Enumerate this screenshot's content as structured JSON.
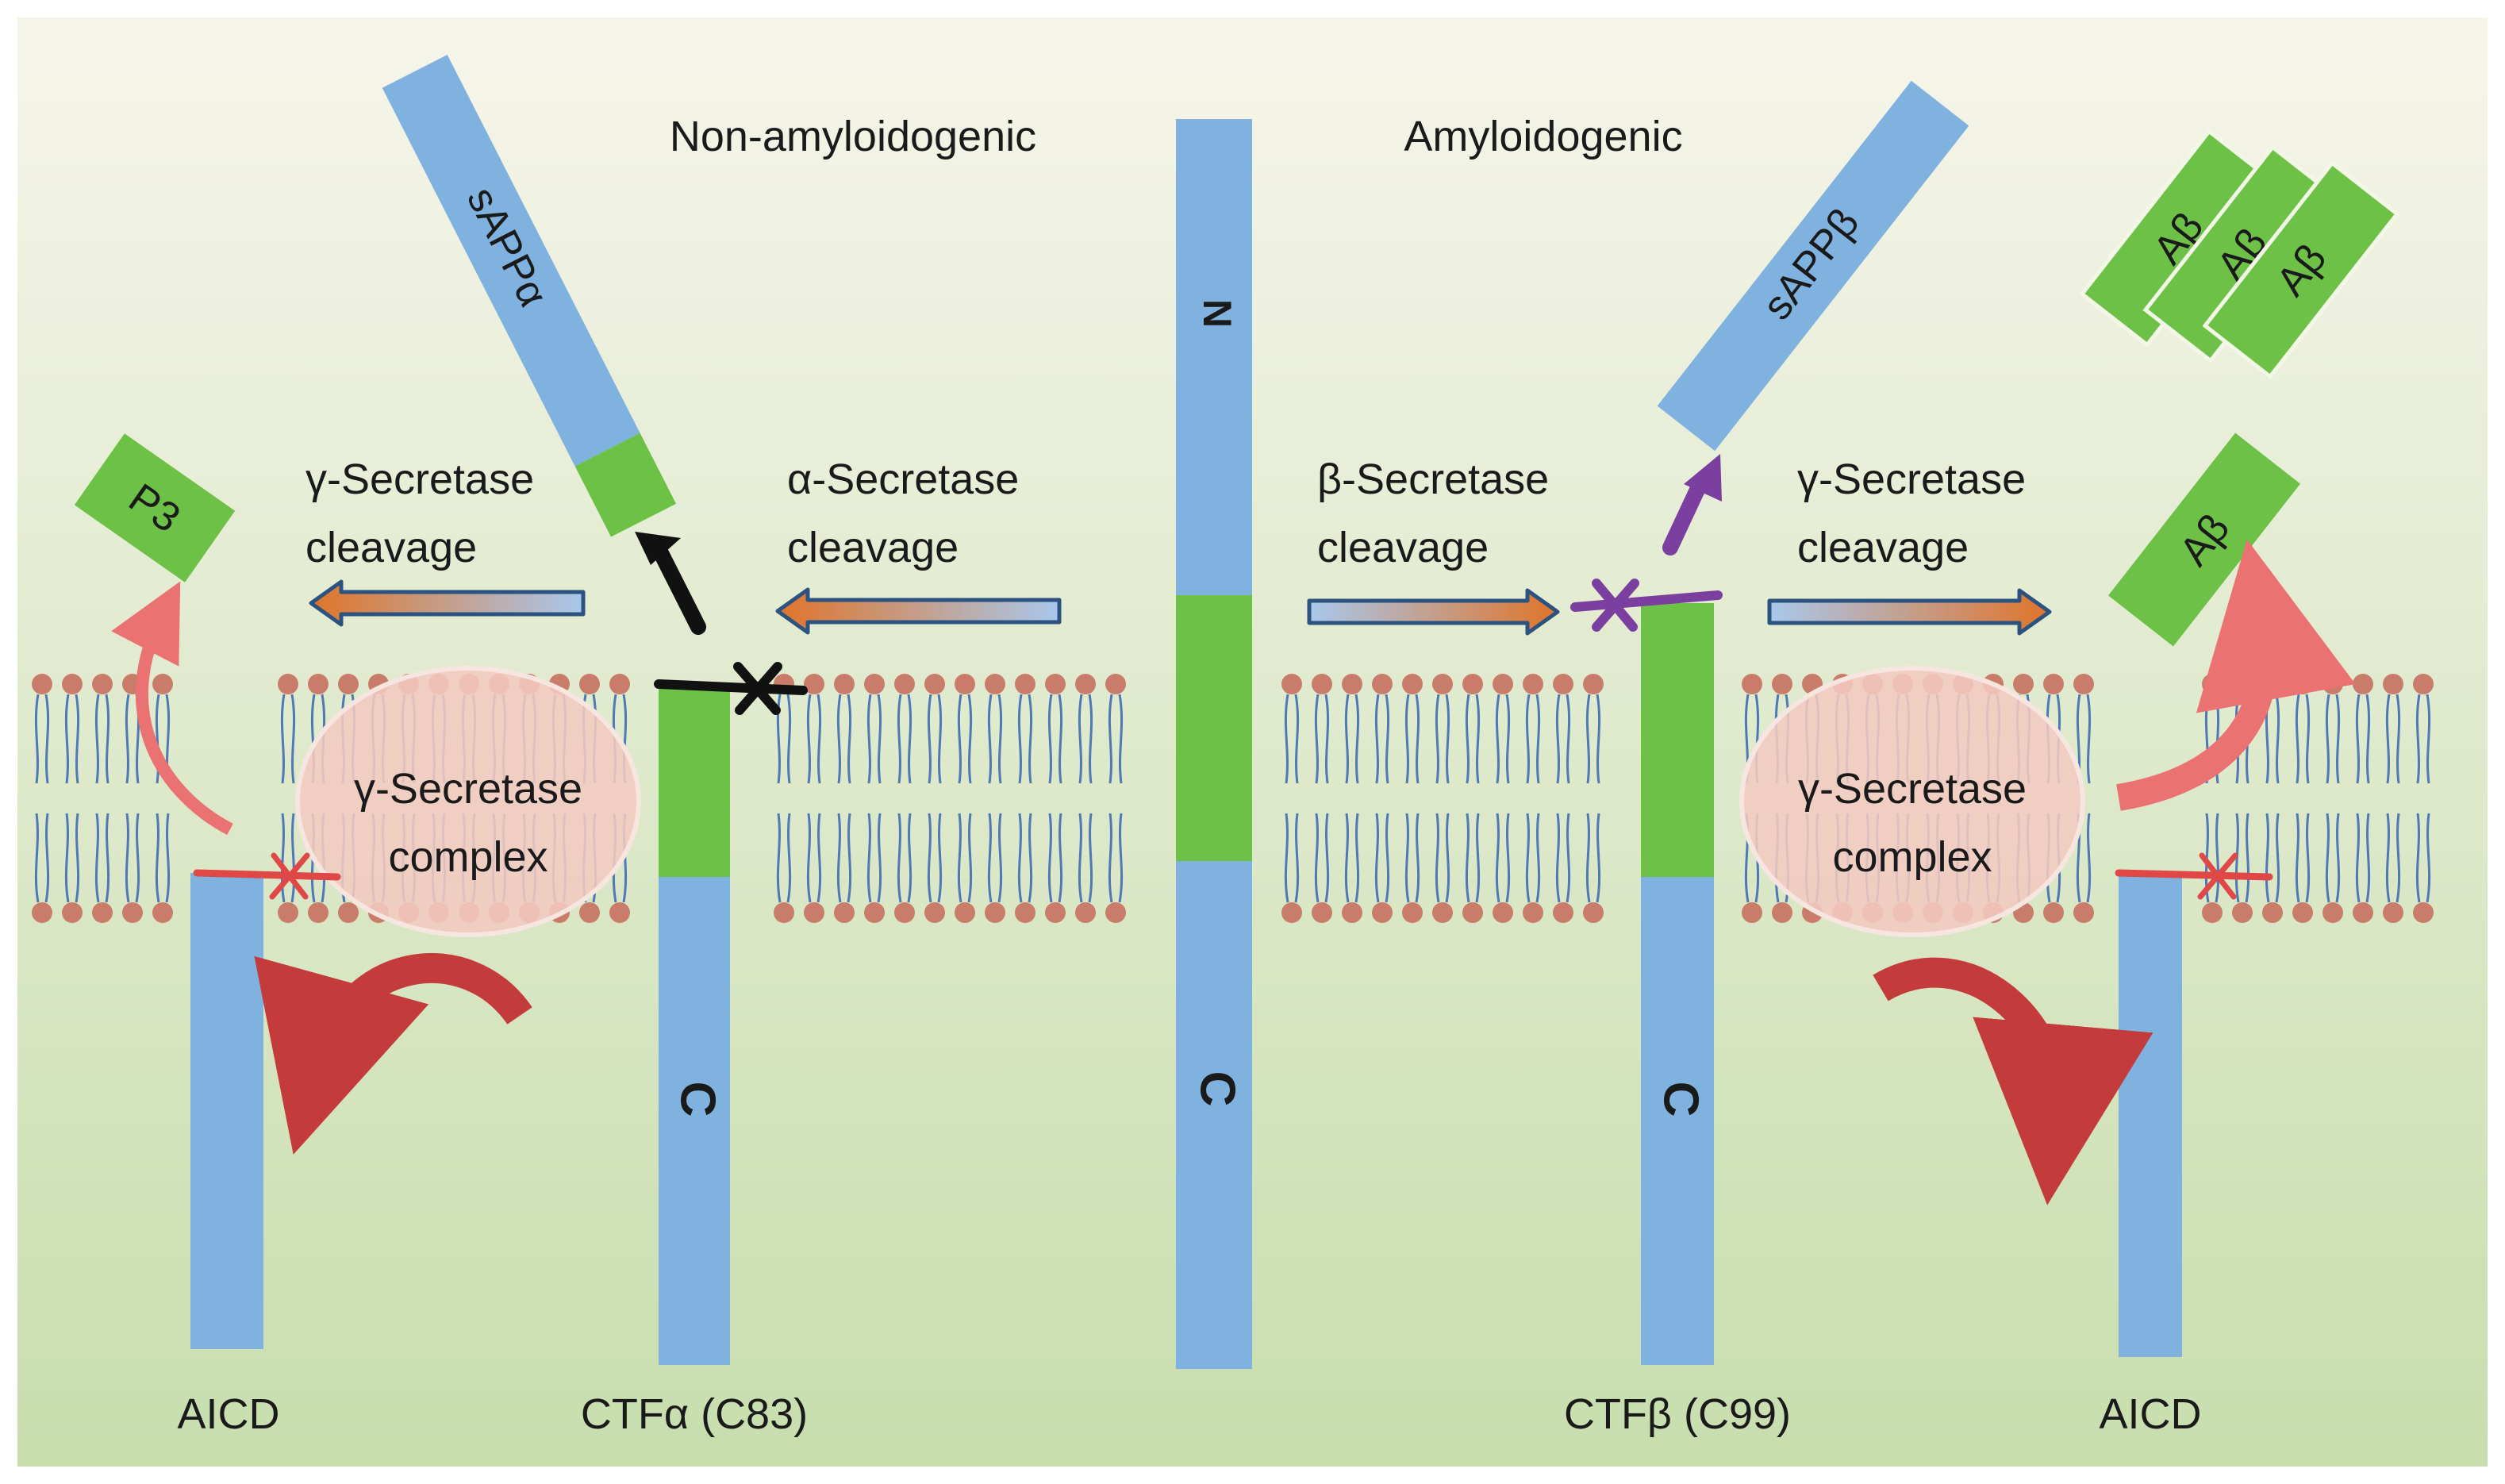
{
  "headings": {
    "non_amyloidogenic": "Non-amyloidogenic",
    "amyloidogenic": "Amyloidogenic"
  },
  "steps": {
    "gamma_left": {
      "line1": "γ-Secretase",
      "line2": "cleavage"
    },
    "alpha": {
      "line1": "α-Secretase",
      "line2": "cleavage"
    },
    "beta": {
      "line1": "β-Secretase",
      "line2": "cleavage"
    },
    "gamma_right": {
      "line1": "γ-Secretase",
      "line2": "cleavage"
    }
  },
  "complex": {
    "left": {
      "line1": "γ-Secretase",
      "line2": "complex"
    },
    "right": {
      "line1": "γ-Secretase",
      "line2": "complex"
    }
  },
  "fragments": {
    "sappa": "sAPPα",
    "sappb": "sAPPβ",
    "p3": "P3",
    "abeta": "Aβ"
  },
  "termini": {
    "n": "N",
    "c": "C"
  },
  "bottom_labels": {
    "aicd_left": "AICD",
    "ctfa": "CTFα (C83)",
    "ctfb": "CTFβ (C99)",
    "aicd_right": "AICD"
  },
  "colors": {
    "background_top": "#f6f5ea",
    "background_bottom": "#c9dfb0",
    "protein_blue": "#7fb2df",
    "abeta_green": "#6cc146",
    "lipid_head": "#c97c6a",
    "lipid_tail": "#4f79b5",
    "complex_fill": "#f3c9c0",
    "cut_mark": "#e04848",
    "beta_mark": "#7b3fa0",
    "curved_arrow": "#c43b3b",
    "release_arrow": "#e86a6a"
  }
}
